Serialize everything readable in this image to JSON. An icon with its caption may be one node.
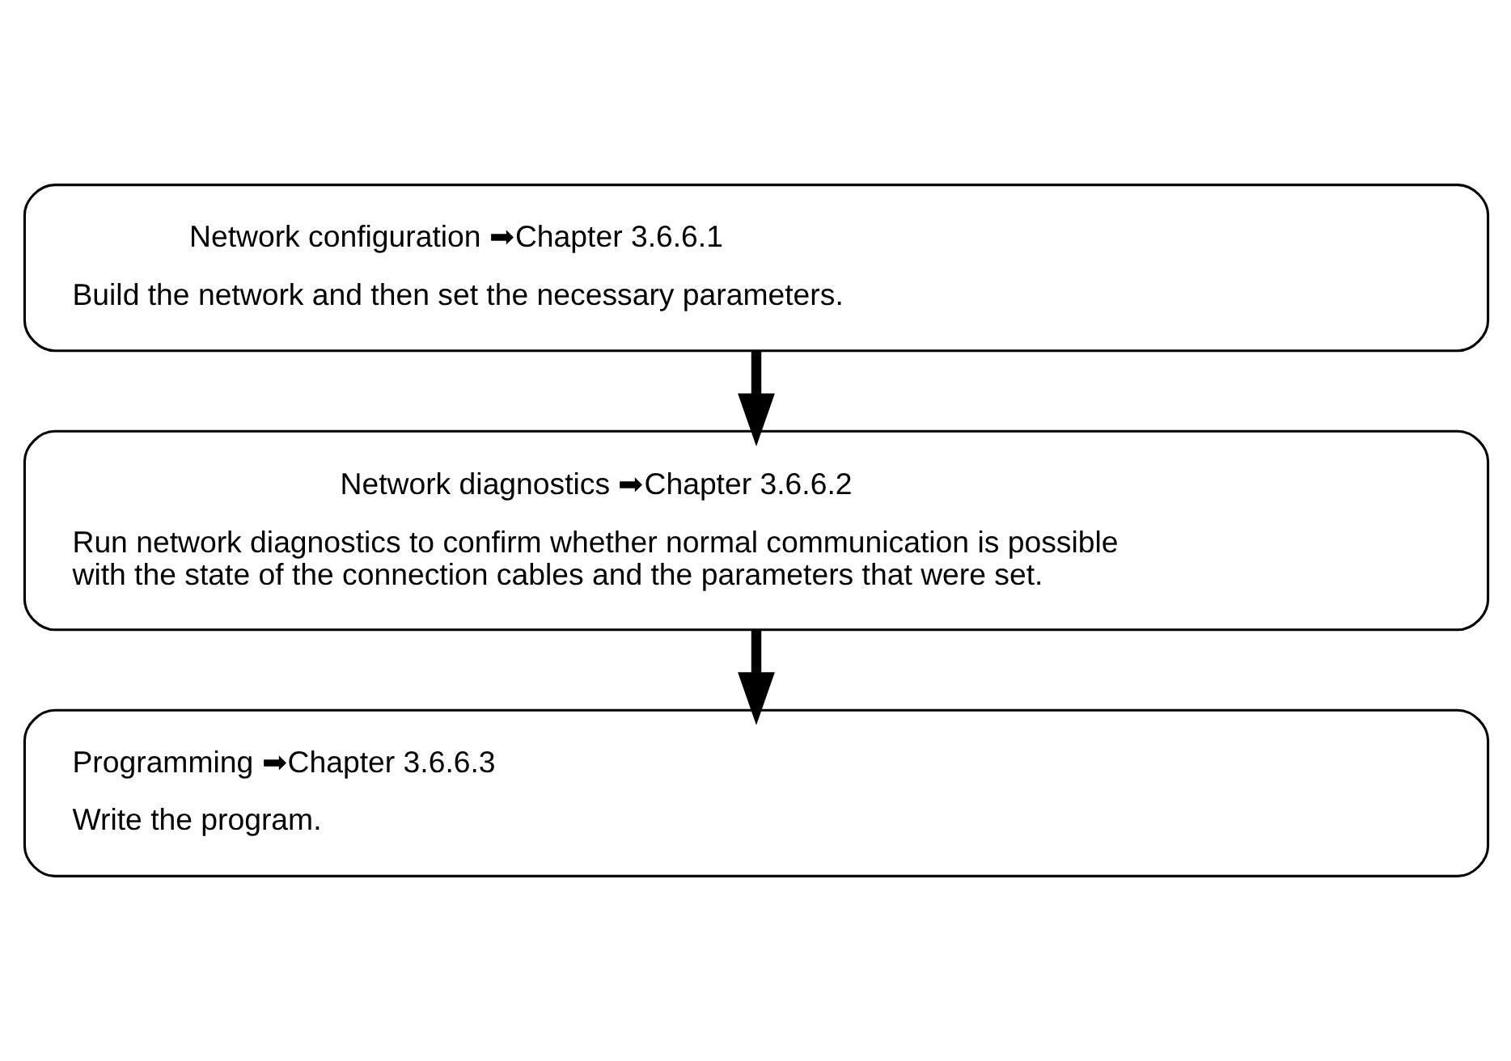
{
  "diagram": {
    "nodes": [
      {
        "text": [
          "Network configuration ➡Chapter 3.6.6.1",
          "Build the network and then set the necessary parameters."
        ]
      },
      {
        "text": [
          "Network diagnostics ➡Chapter 3.6.6.2",
          "Run network diagnostics to confirm whether normal communication is possible with the state of the connection cables and the parameters that were set."
        ]
      },
      {
        "text": [
          "Programming ➡Chapter 3.6.6.3",
          "Write the program."
        ]
      }
    ],
    "edges": [
      {
        "from": 0,
        "to": 1,
        "arrow": "to"
      },
      {
        "from": 1,
        "to": 2,
        "arrow": "to"
      }
    ]
  }
}
